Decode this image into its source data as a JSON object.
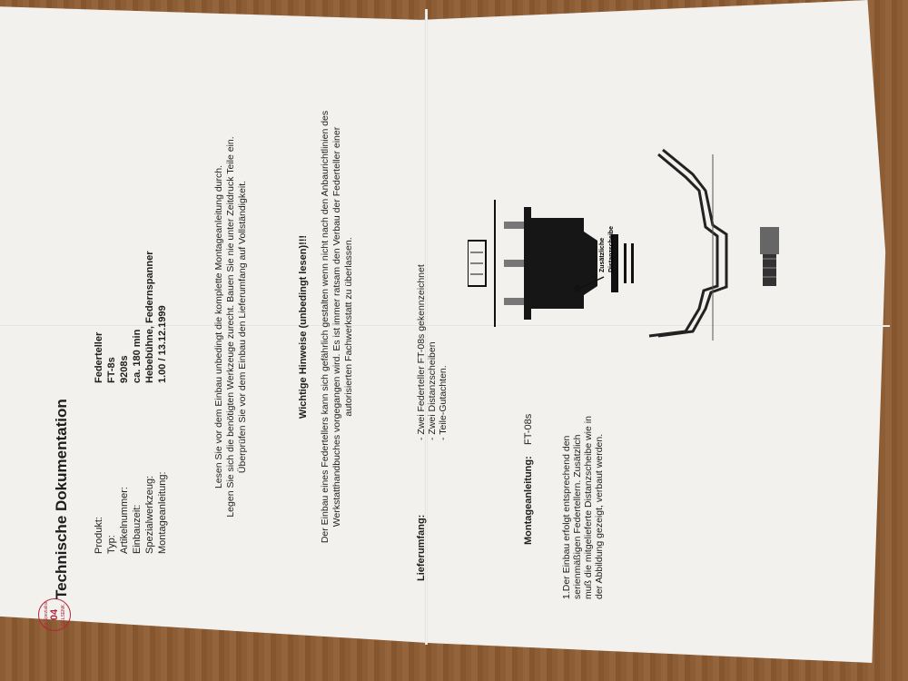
{
  "document": {
    "title": "Technische Dokumentation",
    "stamp": {
      "top": "Ihr Spezialist",
      "number": "04",
      "bottom": "GELSENK."
    },
    "specs": [
      {
        "label": "Produkt:",
        "value": "Federteller"
      },
      {
        "label": "Typ:",
        "value": "FT-8s"
      },
      {
        "label": "Artikelnummer:",
        "value": "9208s"
      },
      {
        "label": "Einbauzeit:",
        "value": "ca. 180 min"
      },
      {
        "label": "Spezialwerkzeug:",
        "value": "Hebebühne, Federnspanner"
      },
      {
        "label": "Montageanleitung:",
        "value": "1.00 / 13.12.1999"
      }
    ],
    "intro": [
      "Lesen Sie vor dem Einbau unbedingt die komplette Montageanleitung durch.",
      "Legen Sie sich die benötigten Werkzeuge zurecht. Bauen Sie nie unter Zeitdruck Teile ein.",
      "Überprüfen Sie vor dem Einbau den Lieferumfang auf Vollständigkeit."
    ],
    "warning_heading": "Wichtige Hinweise (unbedingt lesen)!!!",
    "warning_text": [
      "Der Einbau eines Federtellers kann sich gefährlich gestalten wenn nicht nach den Anbaurichtlinien des",
      "Werkstatthandbuches vorgegangen wird. Es ist immer ratsam den Verbau der Federteller einer",
      "autorisierten Fachwerkstatt zu überlassen."
    ],
    "delivery_label": "Lieferumfang:",
    "delivery_items": [
      "- Zwei Federteller FT-08s gekennzeichnet",
      "- Zwei Distanzscheiben",
      "- Teile-Gutachten."
    ],
    "assembly_heading": "Montageanleitung:",
    "assembly_type": "FT-08s",
    "assembly_text": [
      "1.Der Einbau erfolgt entsprechend den",
      "serienmäßigen Federtellern. Zusätzlich",
      "muß die mitgelieferte Distanzscheibe wie in",
      "der Abbildung gezeigt, verbaut werden."
    ],
    "diagram_label": [
      "Zusätzliche",
      "Distanzscheibe"
    ]
  },
  "colors": {
    "paper": "#f2f1ee",
    "ink": "#1e1e1e",
    "stamp": "#b3243a",
    "table": "#8a5a33"
  }
}
